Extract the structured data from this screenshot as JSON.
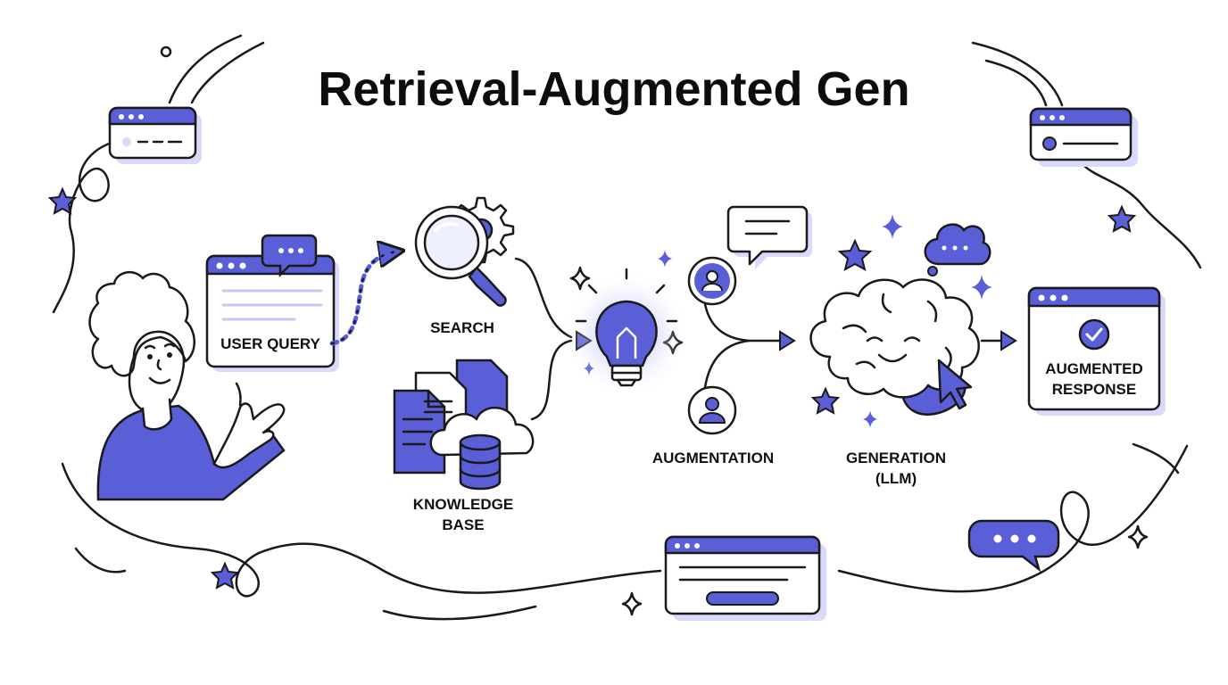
{
  "title": "Retrieval-Augmented Gen",
  "colors": {
    "accent": "#5a5fd8",
    "accent_light": "#d9dafa",
    "ink": "#1a1a1a",
    "background": "#ffffff"
  },
  "steps": {
    "user_query": {
      "label": "USER QUERY"
    },
    "search": {
      "label": "SEARCH"
    },
    "knowledge_base": {
      "label_line1": "KNOWLEDGE",
      "label_line2": "BASE"
    },
    "augmentation": {
      "label": "AUGMENTATION"
    },
    "generation": {
      "label_line1": "GENERATION",
      "label_line2": "(LLM)"
    },
    "augmented_response": {
      "label_line1": "AUGMENTED",
      "label_line2": "RESPONSE"
    }
  },
  "icons": [
    "person-icon",
    "chat-bubble-icon",
    "magnifier-icon",
    "gear-icon",
    "documents-icon",
    "cloud-icon",
    "database-icon",
    "lightbulb-icon",
    "user-avatar-icon",
    "brain-icon",
    "cursor-icon",
    "check-icon",
    "browser-window-icon",
    "star-icon",
    "sparkle-icon"
  ]
}
